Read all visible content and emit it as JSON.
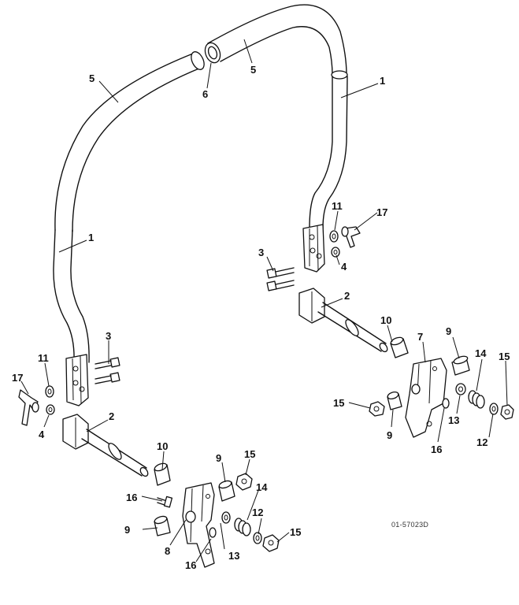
{
  "figure_id": "01-57023D",
  "callouts": {
    "c1_right": "1",
    "c1_left": "1",
    "c2_right": "2",
    "c2_left": "2",
    "c3_right": "3",
    "c3_left": "3",
    "c4_right": "4",
    "c4_left": "4",
    "c5_left": "5",
    "c5_right": "5",
    "c6": "6",
    "c7": "7",
    "c8": "8",
    "c9_a": "9",
    "c9_b": "9",
    "c9_c": "9",
    "c9_d": "9",
    "c10_right": "10",
    "c10_left": "10",
    "c11_right": "11",
    "c11_left": "11",
    "c12_right": "12",
    "c12_left": "12",
    "c13_right": "13",
    "c13_left": "13",
    "c14_right": "14",
    "c14_left": "14",
    "c15_a": "15",
    "c15_b": "15",
    "c15_c": "15",
    "c15_d": "15",
    "c16_right": "16",
    "c16_left": "16",
    "c16_bolt": "16",
    "c17_right": "17",
    "c17_left": "17"
  }
}
